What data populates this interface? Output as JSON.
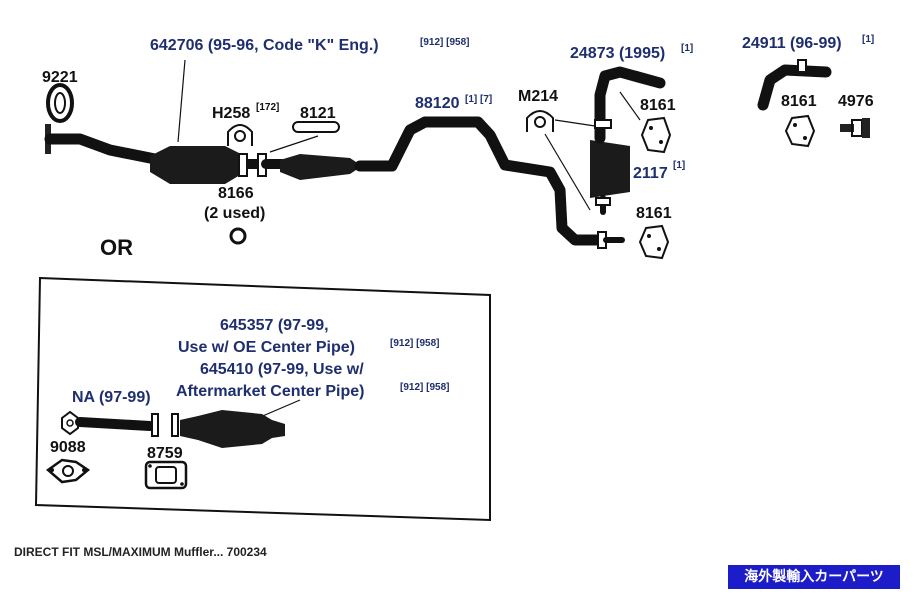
{
  "labels": {
    "p9221": "9221",
    "p642706": "642706 (95-96, Code \"K\" Eng.)",
    "p642706_refs": "[912] [958]",
    "h258": "H258",
    "h258_ref": "[172]",
    "p8121": "8121",
    "p8166": "8166",
    "p8166_note": "(2 used)",
    "p88120": "88120",
    "p88120_refs": "[1] [7]",
    "m214": "M214",
    "p24873": "24873 (1995)",
    "p24873_ref": "[1]",
    "p8161_a": "8161",
    "p2117": "2117",
    "p2117_ref": "[1]",
    "p8161_b": "8161",
    "p24911": "24911 (96-99)",
    "p24911_ref": "[1]",
    "p8161_c": "8161",
    "p4976": "4976",
    "or": "OR"
  },
  "inset": {
    "line1": "645357 (97-99,",
    "line2": "Use w/ OE Center Pipe)",
    "line2_refs": "[912] [958]",
    "line3": "645410 (97-99, Use w/",
    "line4": "Aftermarket Center Pipe)",
    "line4_refs": "[912] [958]",
    "na": "NA (97-99)",
    "p9088": "9088",
    "p8759": "8759"
  },
  "footer": "DIRECT FIT MSL/MAXIMUM Muffler... 700234",
  "badge": "海外製輸入カーパーツ",
  "colors": {
    "label_blue": "#1f2e6e",
    "badge_bg": "#1d1cc9",
    "ink": "#111111"
  }
}
